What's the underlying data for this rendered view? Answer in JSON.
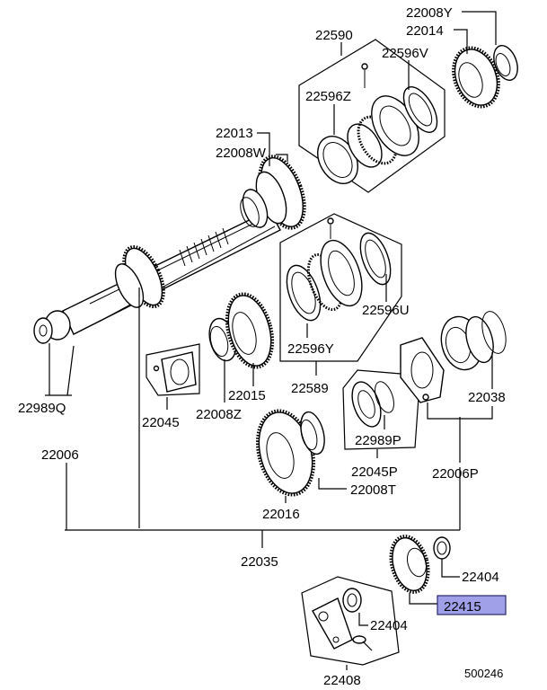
{
  "labels": {
    "p22008Y": "22008Y",
    "p22014": "22014",
    "p22590": "22590",
    "p22596V": "22596V",
    "p22596Z": "22596Z",
    "p22013": "22013",
    "p22008W": "22008W",
    "p22596U": "22596U",
    "p22596Y": "22596Y",
    "p22589": "22589",
    "p22038": "22038",
    "p22989Q": "22989Q",
    "p22045": "22045",
    "p22008Z": "22008Z",
    "p22015": "22015",
    "p22989P": "22989P",
    "p22006": "22006",
    "p22045P": "22045P",
    "p22006P": "22006P",
    "p22008T": "22008T",
    "p22016": "22016",
    "p22035": "22035",
    "p22404a": "22404",
    "p22415": "22415",
    "p22404b": "22404",
    "p22408": "22408",
    "diagram_number": "500246"
  },
  "highlight_color": "#9fa0e8"
}
